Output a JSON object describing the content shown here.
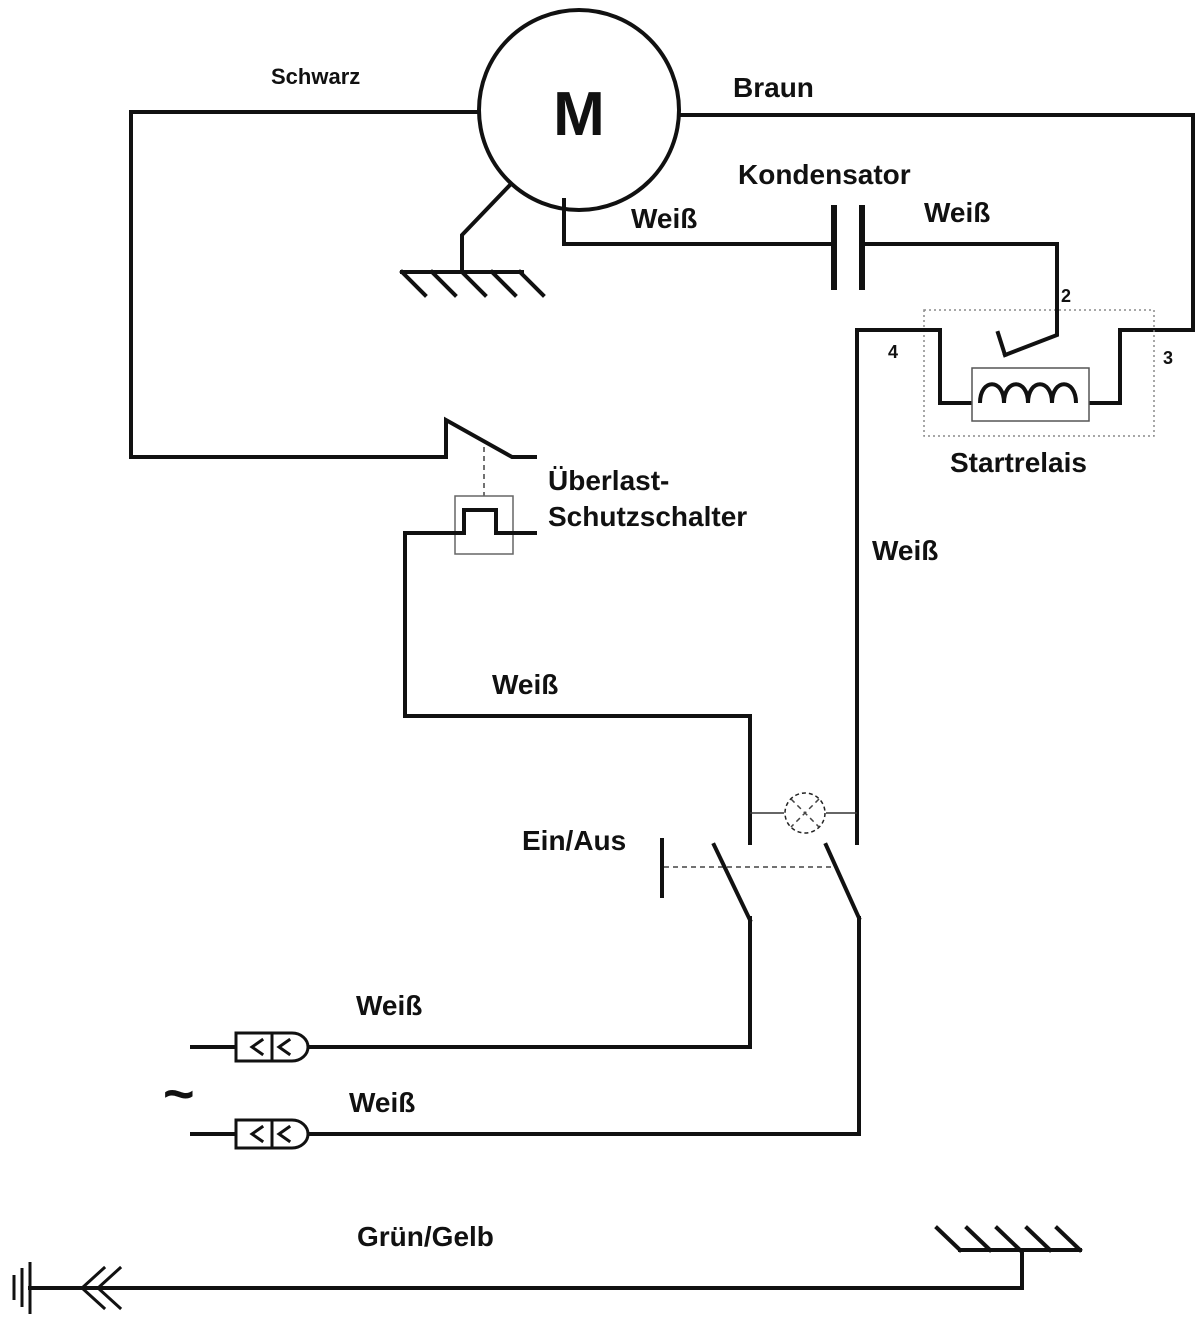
{
  "motor": {
    "symbol": "M"
  },
  "wires": {
    "black": "Schwarz",
    "brown": "Braun",
    "white_motor_to_capacitor": "Weiß",
    "white_capacitor_to_relay": "Weiß",
    "white_relay_to_switch": "Weiß",
    "white_overload_to_switch": "Weiß",
    "white_plug_1": "Weiß",
    "white_plug_2": "Weiß",
    "ground": "Grün/Gelb"
  },
  "components": {
    "capacitor": "Kondensator",
    "start_relay": "Startrelais",
    "overload_line1": "Überlast-",
    "overload_line2": "Schutzschalter",
    "power_switch": "Ein/Aus",
    "ac_symbol": "~"
  },
  "relay_terminals": {
    "t2": "2",
    "t3": "3",
    "t4": "4"
  }
}
